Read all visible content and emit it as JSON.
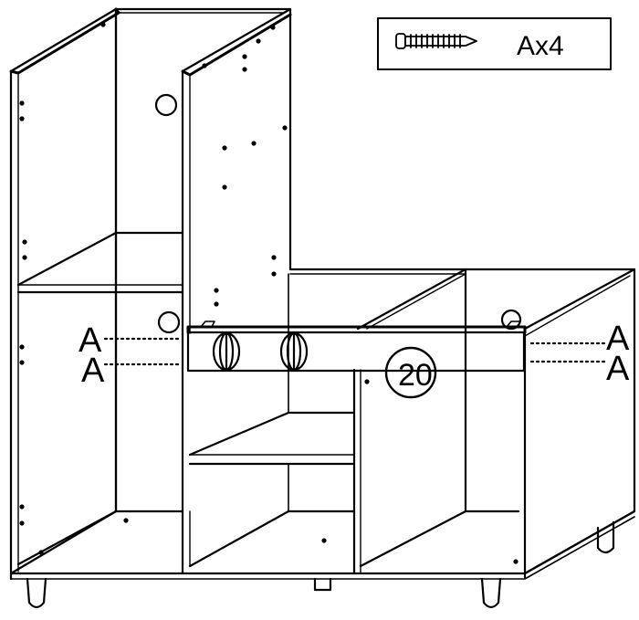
{
  "parts_box": {
    "part_label": "A",
    "quantity_label": "Ax4",
    "part_icon": "screw-icon"
  },
  "step_panel": {
    "panel_number": "20"
  },
  "callouts": {
    "left_upper": "A",
    "left_lower": "A",
    "right_upper": "A",
    "right_lower": "A"
  },
  "colors": {
    "line": "#000000",
    "background": "#ffffff"
  }
}
